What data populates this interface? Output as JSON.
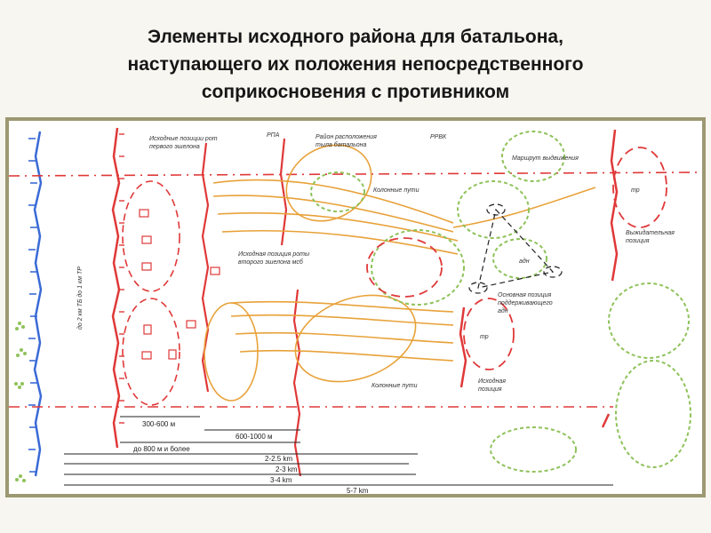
{
  "title": {
    "line1": "Элементы исходного района для батальона,",
    "line2": "наступающего их положения непосредственного",
    "line3": "соприкосновения с противником"
  },
  "labels": {
    "positions_first_echelon": [
      "Исходные позиции рот",
      "первого эшелона"
    ],
    "rpa": "РПА",
    "rear_area": [
      "Район расположения",
      "тыла батальона"
    ],
    "rrvk": "РРВК",
    "route": "Маршрут выдвижения",
    "column_paths_top": "Колонные пути",
    "column_paths_bottom": "Колонные пути",
    "second_echelon": [
      "Исходная позиция роты",
      "второго эшелона мсб"
    ],
    "main_position": [
      "Основная позиция",
      "поддерживающего",
      "адн"
    ],
    "initial_position": [
      "Исходная",
      "позиция"
    ],
    "pull_out_position": [
      "Выжидательная",
      "позиция"
    ],
    "adn": "адн",
    "tr_top": "тр",
    "tr_mid": "тр",
    "vertical_left": "до 2 км ТБ    до 1 км ТР",
    "dist_300_600": "300-600 м",
    "dist_600_1000": "600-1000 м",
    "dist_800": "до 800 м и более",
    "dist_2_2_5": "2-2.5 km",
    "dist_2_3": "2-3 km",
    "dist_3_4": "3-4 km",
    "dist_5_7": "5-7 km"
  },
  "colors": {
    "front_line": "#e03838",
    "own_positions": "#e03838",
    "rear_paths": "#e8a23a",
    "forest": "#8fc25a",
    "enemy_line": "#3a6ad6",
    "frame": "#9c9872"
  }
}
